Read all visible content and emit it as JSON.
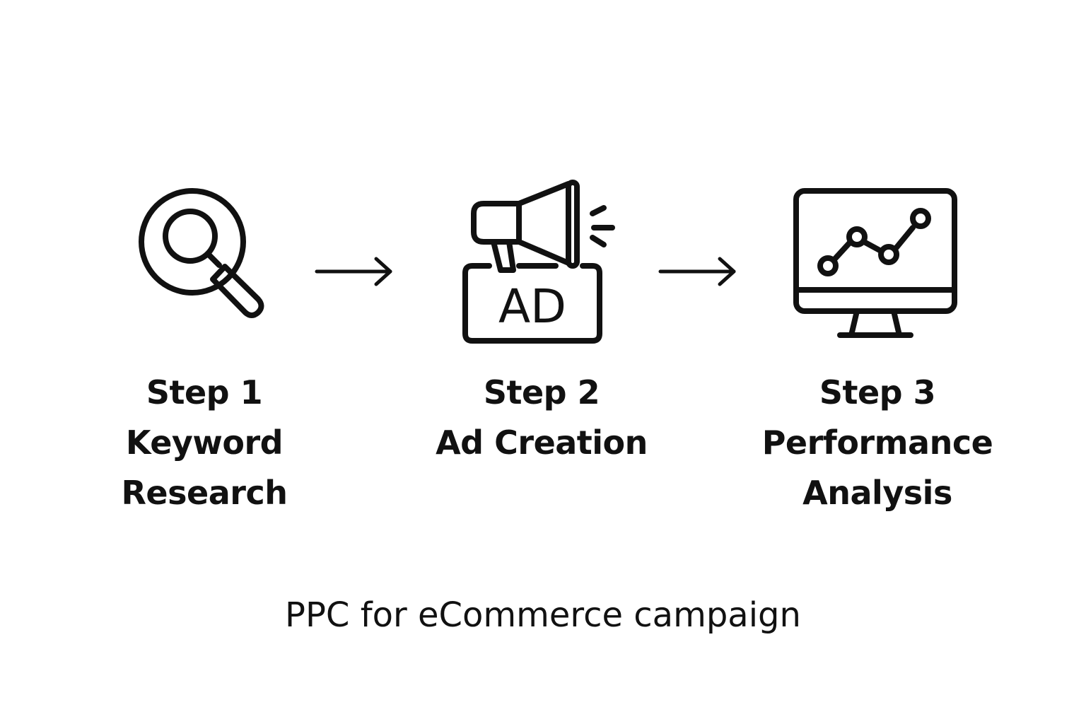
{
  "steps": [
    {
      "heading": "Step 1",
      "label_lines": [
        "Keyword",
        "Research"
      ],
      "icon": "magnifier-icon"
    },
    {
      "heading": "Step 2",
      "label_lines": [
        "Ad Creation"
      ],
      "icon": "megaphone-icon",
      "badge_text": "AD"
    },
    {
      "heading": "Step 3",
      "label_lines": [
        "Performance",
        "Analysis"
      ],
      "icon": "monitor-chart-icon"
    }
  ],
  "connectors": [
    "arrow-right-icon",
    "arrow-right-icon"
  ],
  "caption": "PPC for eCommerce campaign",
  "colors": {
    "ink": "#111111",
    "background": "#ffffff"
  }
}
